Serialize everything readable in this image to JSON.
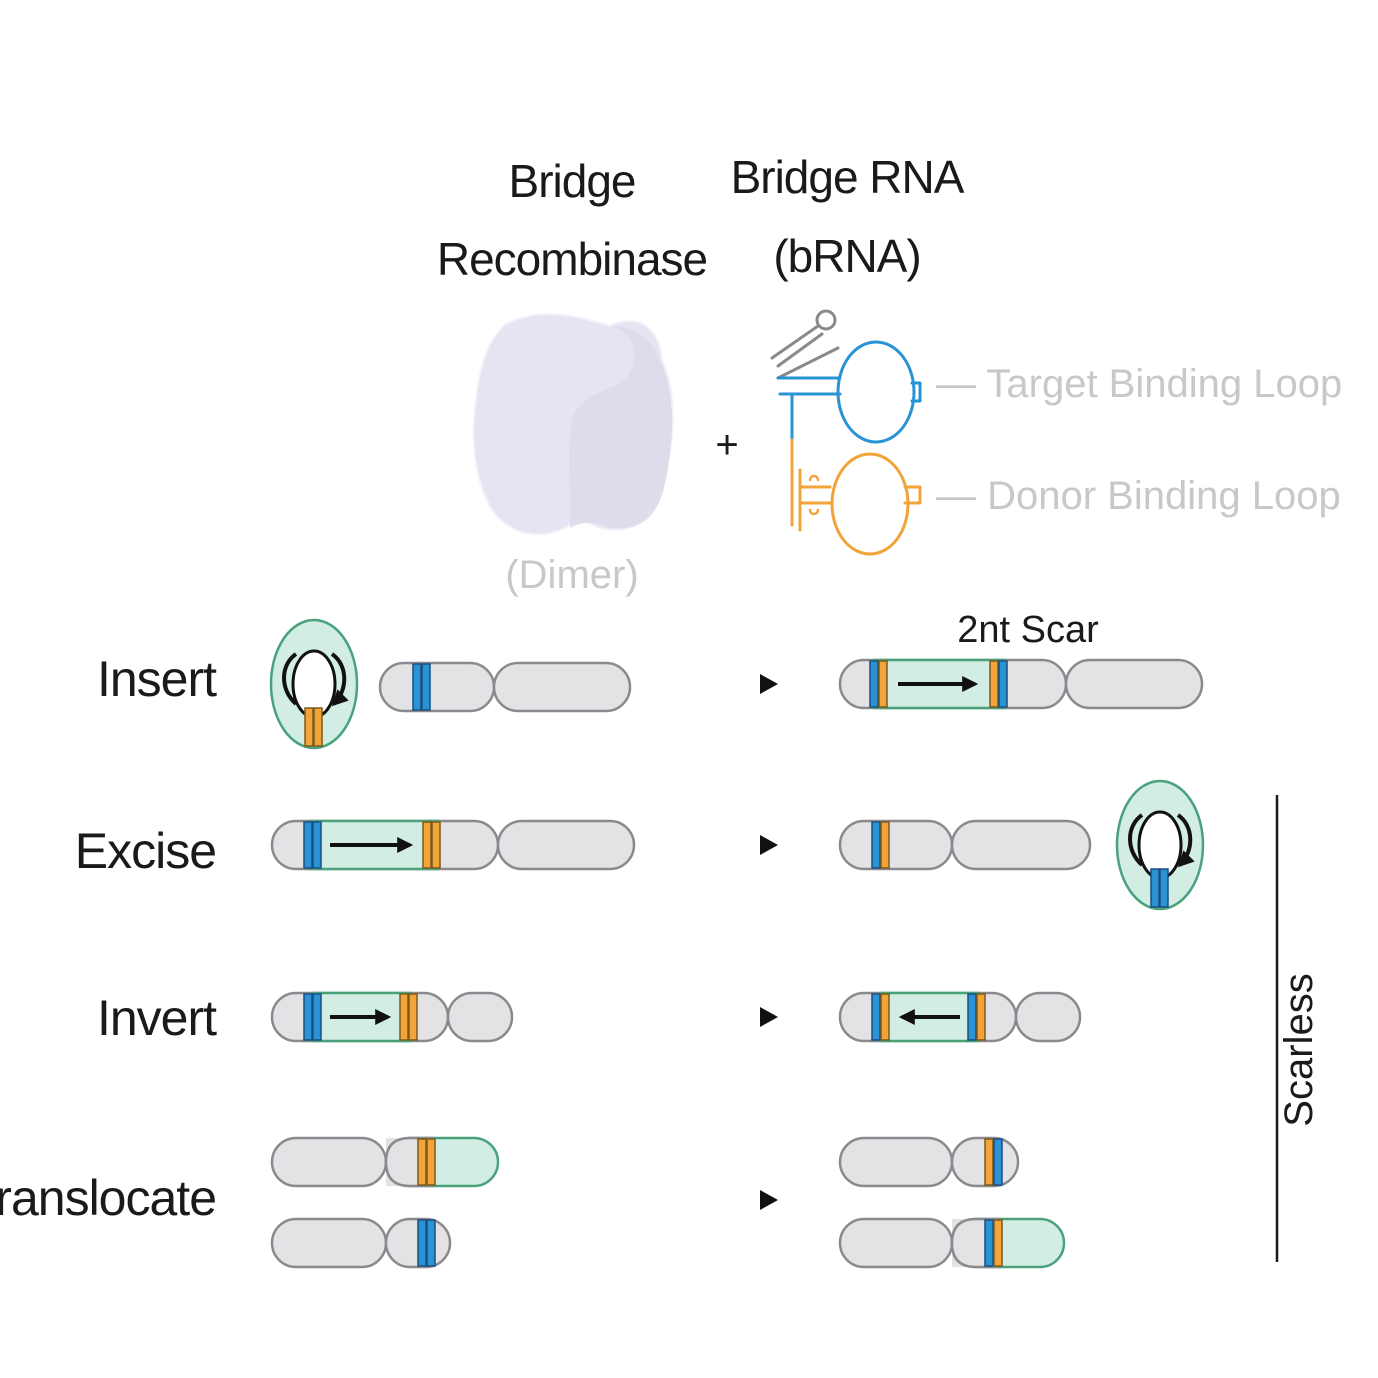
{
  "header": {
    "recombinase_title_line1": "Bridge",
    "recombinase_title_line2": "Recombinase",
    "recombinase_note": "(Dimer)",
    "plus_sign": "+",
    "rna_title_line1": "Bridge RNA",
    "rna_title_line2": "(bRNA)",
    "target_loop_label": "— Target Binding Loop",
    "donor_loop_label": "— Donor Binding Loop"
  },
  "rows": {
    "insert": {
      "label": "Insert",
      "scar_label": "2nt Scar"
    },
    "excise": {
      "label": "Excise"
    },
    "invert": {
      "label": "Invert"
    },
    "translocate": {
      "label": "Translocate"
    }
  },
  "bracket": {
    "label": "Scarless"
  },
  "colors": {
    "target_blue": "#2a93d5",
    "donor_orange": "#f2a33a",
    "cargo_green": "#d2ede3",
    "cargo_stroke": "#4aa27c",
    "segment_grey": "#e3e3e5",
    "protein_lavender": "#e4e4f2"
  }
}
